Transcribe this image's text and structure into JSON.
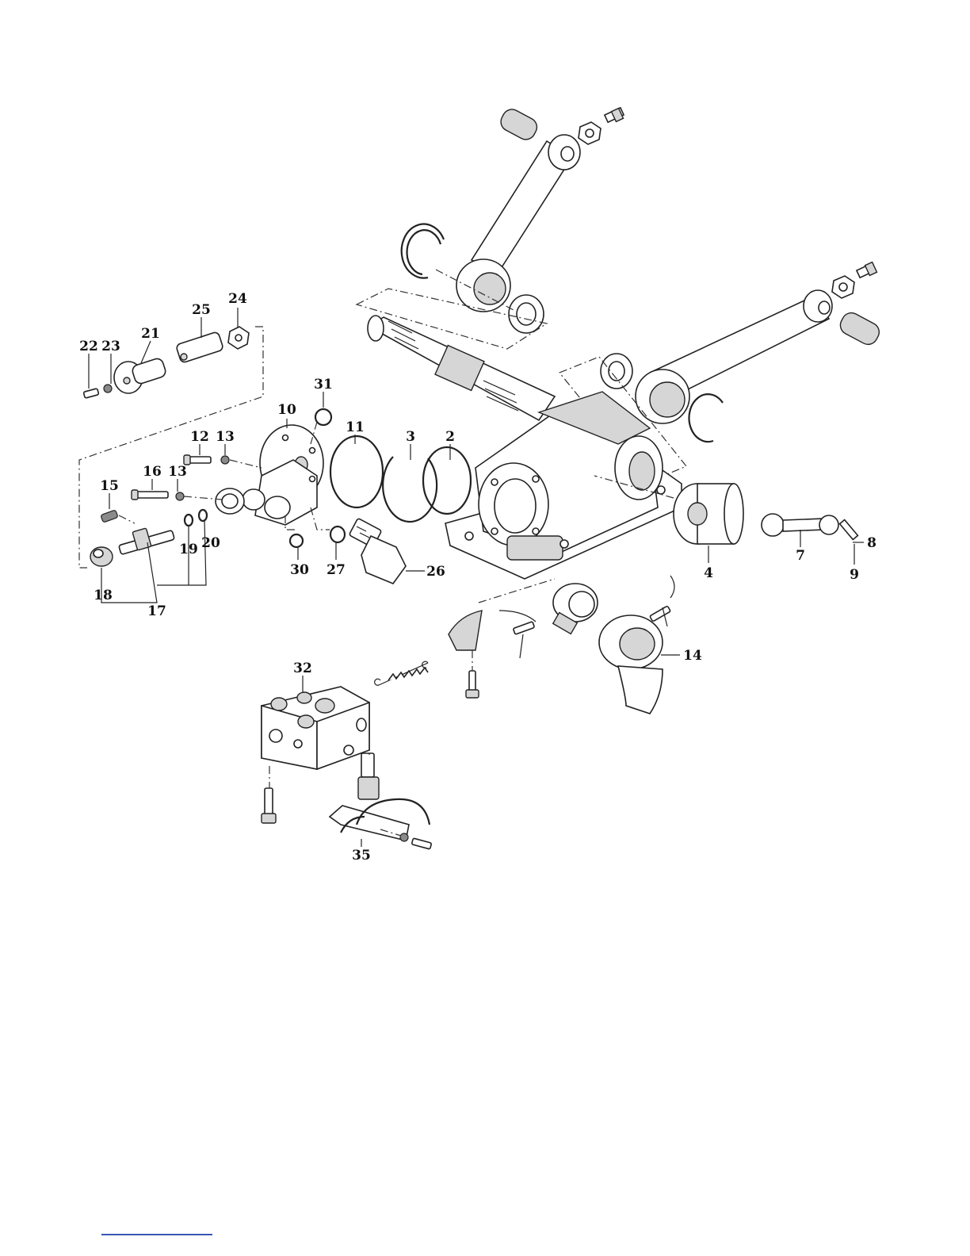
{
  "diagram": {
    "type": "exploded-parts-view",
    "callouts": [
      {
        "id": "c2",
        "text": "2"
      },
      {
        "id": "c3",
        "text": "3"
      },
      {
        "id": "c4",
        "text": "4"
      },
      {
        "id": "c7",
        "text": "7"
      },
      {
        "id": "c8",
        "text": "8"
      },
      {
        "id": "c9",
        "text": "9"
      },
      {
        "id": "c10",
        "text": "10"
      },
      {
        "id": "c11",
        "text": "11"
      },
      {
        "id": "c12",
        "text": "12"
      },
      {
        "id": "c13a",
        "text": "13"
      },
      {
        "id": "c13b",
        "text": "13"
      },
      {
        "id": "c14",
        "text": "14"
      },
      {
        "id": "c15",
        "text": "15"
      },
      {
        "id": "c16",
        "text": "16"
      },
      {
        "id": "c17",
        "text": "17"
      },
      {
        "id": "c18",
        "text": "18"
      },
      {
        "id": "c19",
        "text": "19"
      },
      {
        "id": "c20",
        "text": "20"
      },
      {
        "id": "c21",
        "text": "21"
      },
      {
        "id": "c22",
        "text": "22"
      },
      {
        "id": "c23",
        "text": "23"
      },
      {
        "id": "c24",
        "text": "24"
      },
      {
        "id": "c25",
        "text": "25"
      },
      {
        "id": "c26",
        "text": "26"
      },
      {
        "id": "c27",
        "text": "27"
      },
      {
        "id": "c30",
        "text": "30"
      },
      {
        "id": "c31",
        "text": "31"
      },
      {
        "id": "c32",
        "text": "32"
      },
      {
        "id": "c35",
        "text": "35"
      }
    ]
  },
  "colors": {
    "line": "#222222",
    "shade": "#d6d6d6",
    "footer_rule": "#3a55b4"
  }
}
